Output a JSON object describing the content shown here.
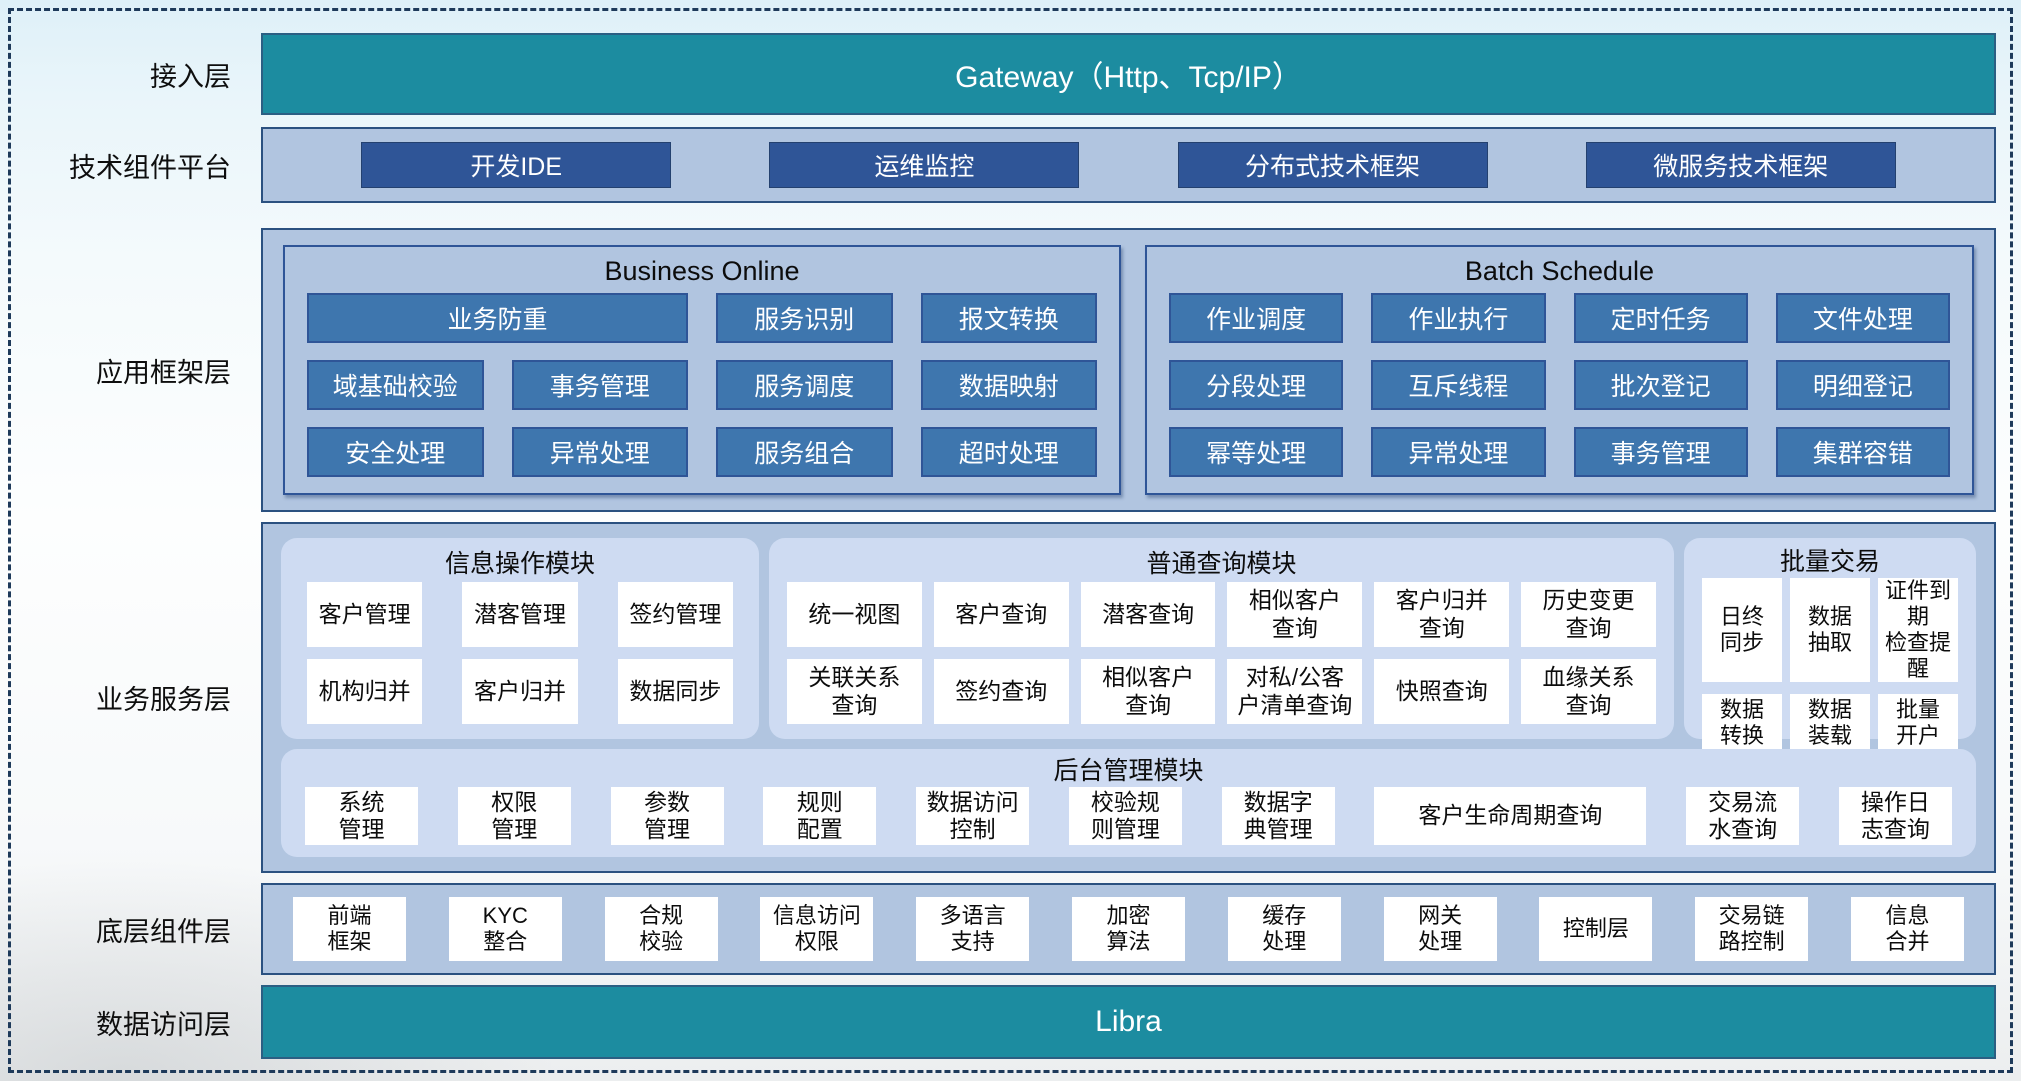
{
  "colors": {
    "teal": "#1C8CA0",
    "navy": "#2F5597",
    "mid_blue": "#3E76AE",
    "steel": "#B1C5E0",
    "panel": "#CEDBF2",
    "frame_dash": "#1E3A5A"
  },
  "access": {
    "label": "接入层",
    "bar": "Gateway（Http、Tcp/IP）"
  },
  "tech": {
    "label": "技术组件平台",
    "items": [
      "开发IDE",
      "运维监控",
      "分布式技术框架",
      "微服务技术框架"
    ]
  },
  "app": {
    "label": "应用框架层",
    "groups": [
      {
        "title": "Business Online",
        "rows": [
          [
            "业务防重",
            "服务识别",
            "报文转换"
          ],
          [
            "域基础校验",
            "事务管理",
            "服务调度",
            "数据映射"
          ],
          [
            "安全处理",
            "异常处理",
            "服务组合",
            "超时处理"
          ]
        ]
      },
      {
        "title": "Batch Schedule",
        "rows": [
          [
            "作业调度",
            "作业执行",
            "定时任务",
            "文件处理"
          ],
          [
            "分段处理",
            "互斥线程",
            "批次登记",
            "明细登记"
          ],
          [
            "幂等处理",
            "异常处理",
            "事务管理",
            "集群容错"
          ]
        ]
      }
    ]
  },
  "service": {
    "label": "业务服务层",
    "panels": {
      "info": {
        "title": "信息操作模块",
        "rows": [
          [
            "客户管理",
            "潜客管理",
            "签约管理"
          ],
          [
            "机构归并",
            "客户归并",
            "数据同步"
          ]
        ]
      },
      "query": {
        "title": "普通查询模块",
        "rows": [
          [
            "统一视图",
            "客户查询",
            "潜客查询",
            "相似客户\n查询",
            "客户归并\n查询",
            "历史变更\n查询"
          ],
          [
            "关联关系\n查询",
            "签约查询",
            "相似客户\n查询",
            "对私/公客\n户清单查询",
            "快照查询",
            "血缘关系\n查询"
          ]
        ]
      },
      "batch": {
        "title": "批量交易",
        "rows": [
          [
            "日终\n同步",
            "数据\n抽取",
            "证件到期\n检查提醒"
          ],
          [
            "数据\n转换",
            "数据\n装载",
            "批量\n开户"
          ]
        ]
      },
      "admin": {
        "title": "后台管理模块",
        "items": [
          "系统\n管理",
          "权限\n管理",
          "参数\n管理",
          "规则\n配置",
          "数据访问\n控制",
          "校验规\n则管理",
          "数据字\n典管理",
          "客户生命周期查询",
          "交易流\n水查询",
          "操作日\n志查询"
        ]
      }
    }
  },
  "base": {
    "label": "底层组件层",
    "items": [
      "前端\n框架",
      "KYC\n整合",
      "合规\n校验",
      "信息访问\n权限",
      "多语言\n支持",
      "加密\n算法",
      "缓存\n处理",
      "网关\n处理",
      "控制层",
      "交易链\n路控制",
      "信息\n合并"
    ]
  },
  "data_access": {
    "label": "数据访问层",
    "bar": "Libra"
  }
}
